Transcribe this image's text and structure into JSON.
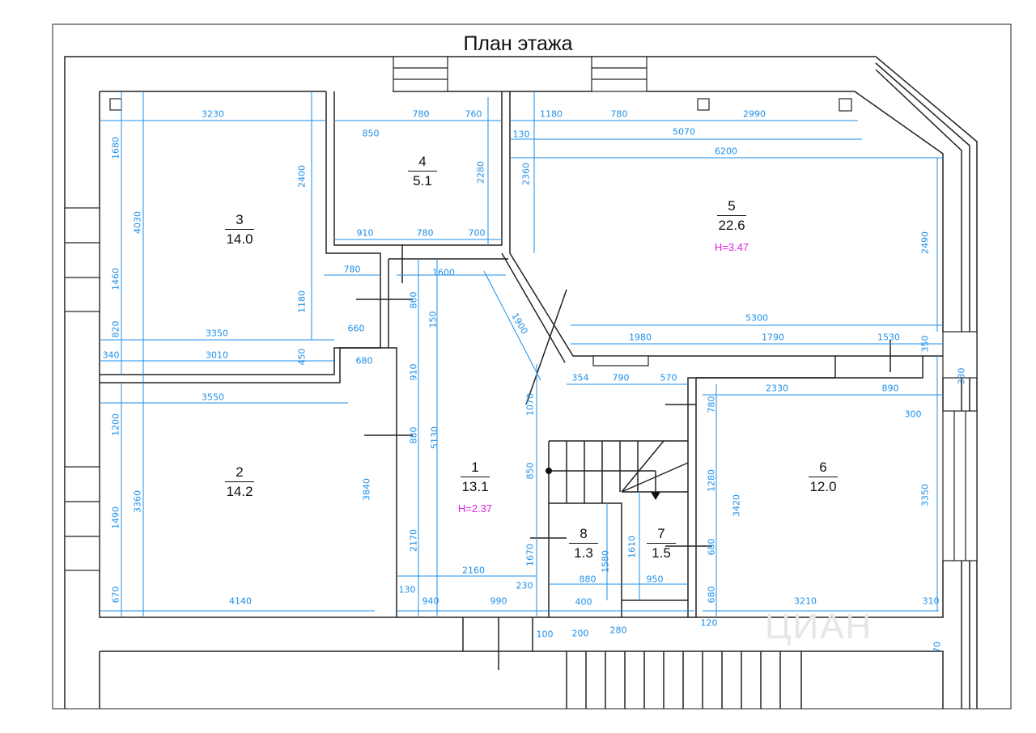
{
  "title": "План этажа",
  "watermark": "ЦИАН",
  "colors": {
    "walls": "#222222",
    "dimensions": "#1e8fe8",
    "height_label": "#e020e0"
  },
  "rooms": [
    {
      "num": "1",
      "area": "13.1",
      "height": "H=2.37"
    },
    {
      "num": "2",
      "area": "14.2"
    },
    {
      "num": "3",
      "area": "14.0"
    },
    {
      "num": "4",
      "area": "5.1"
    },
    {
      "num": "5",
      "area": "22.6",
      "height": "H=3.47"
    },
    {
      "num": "6",
      "area": "12.0"
    },
    {
      "num": "7",
      "area": "1.5"
    },
    {
      "num": "8",
      "area": "1.3"
    }
  ],
  "dimensions": [
    "3230",
    "1680",
    "4030",
    "2400",
    "1460",
    "1180",
    "820",
    "3350",
    "340",
    "3010",
    "450",
    "660",
    "680",
    "780",
    "760",
    "850",
    "2280",
    "910",
    "780",
    "700",
    "780",
    "1600",
    "860",
    "150",
    "1900",
    "910",
    "1180",
    "780",
    "2990",
    "130",
    "5070",
    "6200",
    "2360",
    "2490",
    "5300",
    "1980",
    "1790",
    "1530",
    "350",
    "354",
    "790",
    "570",
    "2330",
    "890",
    "330",
    "300",
    "780",
    "3550",
    "1200",
    "3360",
    "1490",
    "3840",
    "670",
    "4140",
    "880",
    "5130",
    "1070",
    "850",
    "2170",
    "1670",
    "2160",
    "130",
    "940",
    "990",
    "230",
    "100",
    "880",
    "400",
    "200",
    "1580",
    "280",
    "1610",
    "950",
    "1280",
    "680",
    "680",
    "3420",
    "3350",
    "3210",
    "310",
    "120",
    "70"
  ]
}
